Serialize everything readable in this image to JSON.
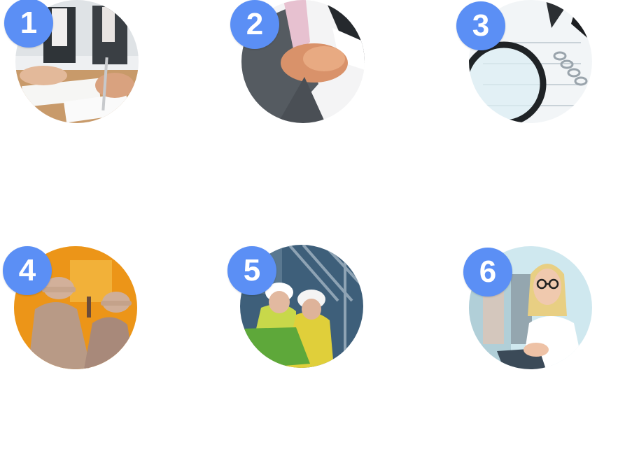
{
  "steps": [
    {
      "number": "1",
      "photo": "meeting-signing-document-photo"
    },
    {
      "number": "2",
      "photo": "handshake-photo"
    },
    {
      "number": "3",
      "photo": "magnifier-financial-report-photo"
    },
    {
      "number": "4",
      "photo": "workers-hardhats-orange-wall-photo"
    },
    {
      "number": "5",
      "photo": "engineers-clipboard-plant-photo"
    },
    {
      "number": "6",
      "photo": "businesswoman-glasses-photo"
    }
  ],
  "colors": {
    "badge": "#5b8ff5",
    "badge_text": "#ffffff"
  }
}
